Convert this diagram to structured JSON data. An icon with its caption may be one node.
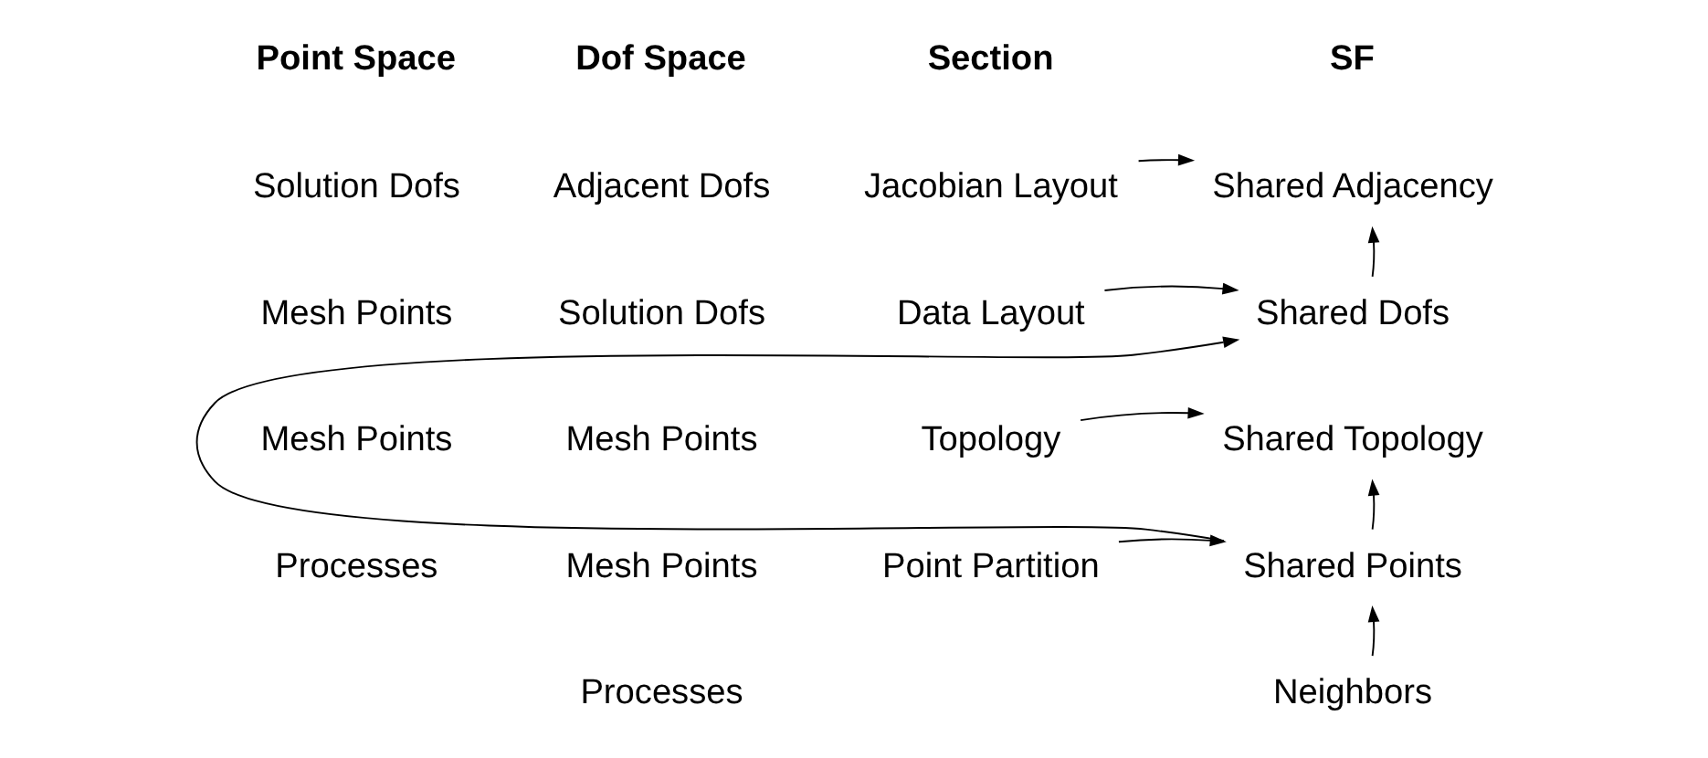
{
  "diagram": {
    "nodes": [
      {
        "text": [
          "Jacobian Layout"
        ]
      },
      {
        "text": [
          "Shared Adjacency"
        ]
      },
      {
        "text": [
          "Data Layout"
        ]
      },
      {
        "text": [
          "Shared Dofs"
        ]
      },
      {
        "text": [
          "Topology"
        ]
      },
      {
        "text": [
          "Shared Topology"
        ]
      },
      {
        "text": [
          "Point Partition"
        ]
      },
      {
        "text": [
          "Shared Points"
        ]
      },
      {
        "text": [
          "Neighbors"
        ]
      }
    ],
    "edges": [
      {
        "from": 0,
        "to": 1,
        "arrow": "to"
      },
      {
        "from": 3,
        "to": 1,
        "arrow": "to"
      },
      {
        "from": 2,
        "to": 3,
        "arrow": "to"
      },
      {
        "from": 7,
        "to": 3,
        "arrow": "to"
      },
      {
        "from": 4,
        "to": 5,
        "arrow": "to"
      },
      {
        "from": 7,
        "to": 5,
        "arrow": "to"
      },
      {
        "from": 6,
        "to": 7,
        "arrow": "to"
      },
      {
        "from": 8,
        "to": 7,
        "arrow": "to"
      }
    ],
    "labels": [
      "Point Space",
      "Dof Space",
      "Section",
      "SF",
      "Solution Dofs",
      "Adjacent Dofs",
      "Mesh Points",
      "Solution Dofs",
      "Mesh Points",
      "Mesh Points",
      "Processes",
      "Mesh Points",
      "Processes"
    ]
  }
}
